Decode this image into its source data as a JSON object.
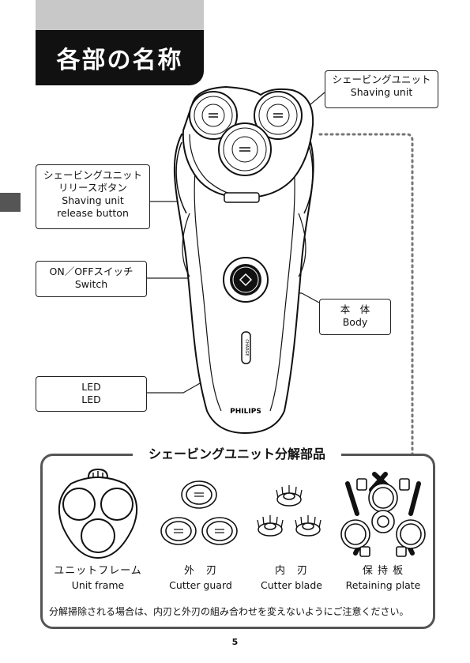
{
  "title": "各部の名称",
  "callouts": {
    "shaving_unit": {
      "jp": "シェービングユニット",
      "en": "Shaving unit"
    },
    "release_button": {
      "jp1": "シェービングユニット",
      "jp2": "リリースボタン",
      "en1": "Shaving unit",
      "en2": "release button"
    },
    "switch": {
      "jp": "ON／OFFスイッチ",
      "en": "Switch"
    },
    "body": {
      "jp": "本　体",
      "en": "Body"
    },
    "led": {
      "jp": "LED",
      "en": "LED"
    }
  },
  "device": {
    "brand": "PHILIPS",
    "charge_text": "CHARGE"
  },
  "parts": {
    "title": "シェービングユニット分解部品",
    "items": [
      {
        "jp": "ユニットフレーム",
        "en": "Unit frame"
      },
      {
        "jp": "外　刃",
        "en": "Cutter guard"
      },
      {
        "jp": "内　刃",
        "en": "Cutter blade"
      },
      {
        "jp": "保 持 板",
        "en": "Retaining plate"
      }
    ],
    "note": "分解掃除される場合は、内刃と外刃の組み合わせを変えないようにご注意ください。"
  },
  "page_number": "5"
}
